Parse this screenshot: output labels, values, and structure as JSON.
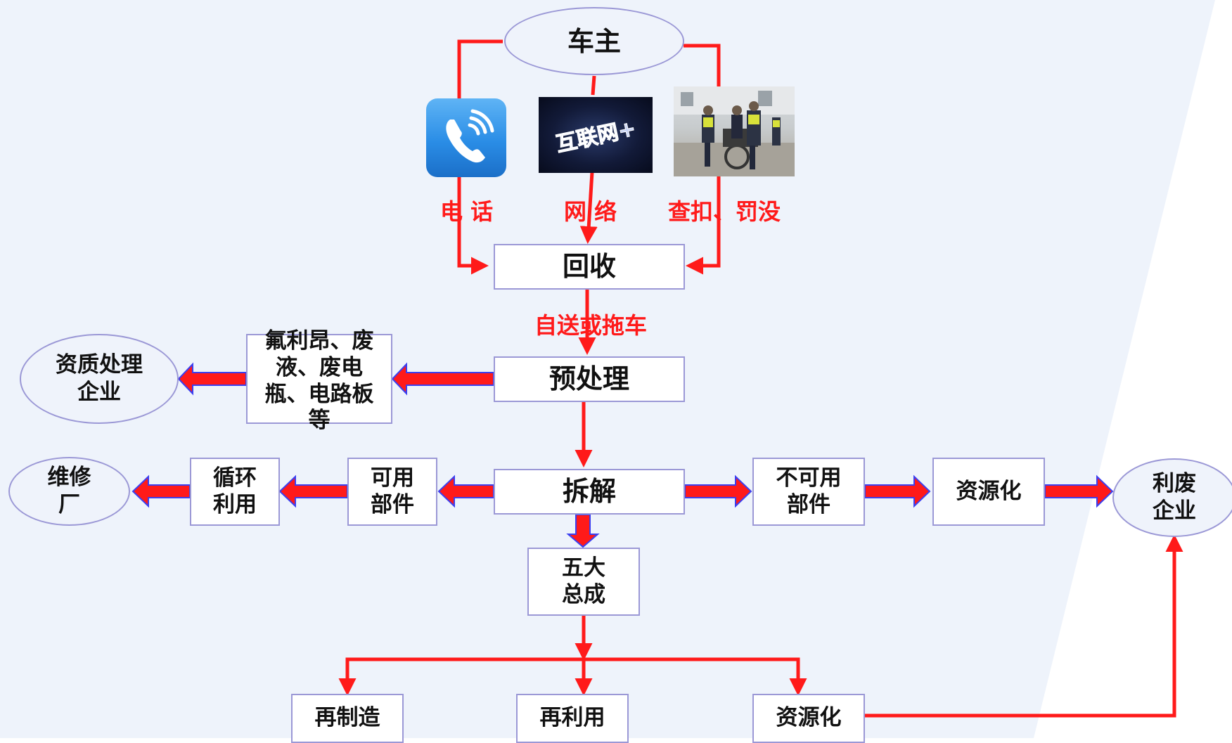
{
  "colors": {
    "arrow": "#ff1a1a",
    "arrow_outline": "#3b3ff0",
    "box_border": "#9b98d6",
    "background_light": "#eef3fb",
    "phone_icon_blue": "#2a8de6",
    "internet_banner_dark": "#0f1530"
  },
  "nodes": {
    "owner": "车主",
    "recycle": "回收",
    "preprocess": "预处理",
    "hazardous": "氟利昂、废液、废电瓶、电路板等",
    "qualified_enterprise": "资质处理企业",
    "dismantle": "拆解",
    "usable_parts": "可用部件",
    "recycle_use": "循环利用",
    "repair_shop": "维修厂",
    "unusable_parts": "不可用部件",
    "resource_right": "资源化",
    "waste_enterprise": "利废企业",
    "five_assemblies": "五大总成",
    "remanufacture": "再制造",
    "reuse": "再利用",
    "resource_bottom": "资源化"
  },
  "labels": {
    "phone": "电 话",
    "network": "网 络",
    "seize": "查扣、罚没",
    "transport": "自送或拖车"
  },
  "images": {
    "phone_icon": "phone-icon",
    "internet_plus_banner": "互联网+",
    "police_photo": "police-motorcycle-photo"
  }
}
